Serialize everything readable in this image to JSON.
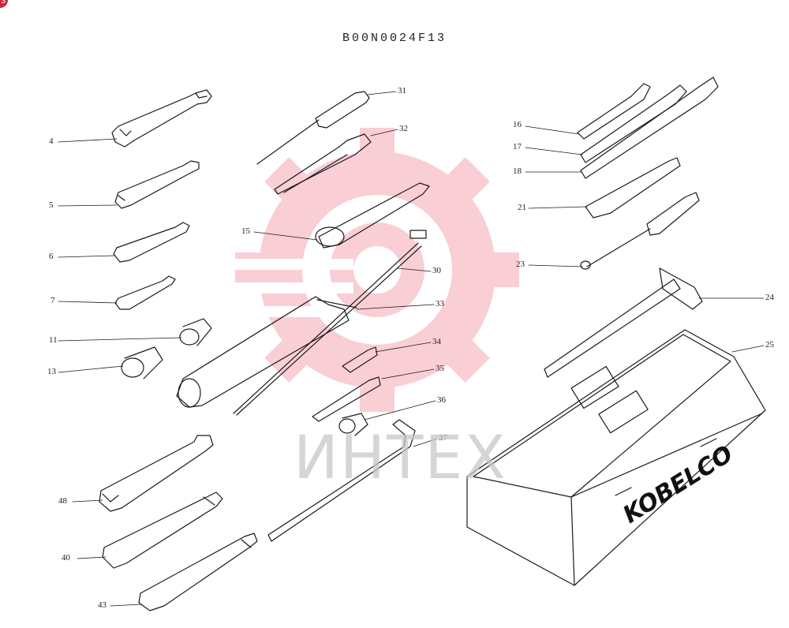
{
  "diagram": {
    "title": "B00N0024F13",
    "brand": "KOBELCO",
    "callouts": [
      {
        "id": "c4",
        "label": "4"
      },
      {
        "id": "c5",
        "label": "5"
      },
      {
        "id": "c6",
        "label": "6"
      },
      {
        "id": "c7",
        "label": "7"
      },
      {
        "id": "c11",
        "label": "11"
      },
      {
        "id": "c13",
        "label": "13"
      },
      {
        "id": "c15",
        "label": "15"
      },
      {
        "id": "c16",
        "label": "16"
      },
      {
        "id": "c17",
        "label": "17"
      },
      {
        "id": "c18",
        "label": "18"
      },
      {
        "id": "c21",
        "label": "21"
      },
      {
        "id": "c23",
        "label": "23"
      },
      {
        "id": "c24",
        "label": "24"
      },
      {
        "id": "c25",
        "label": "25"
      },
      {
        "id": "c30",
        "label": "30"
      },
      {
        "id": "c31",
        "label": "31"
      },
      {
        "id": "c32",
        "label": "32"
      },
      {
        "id": "c33",
        "label": "33"
      },
      {
        "id": "c34",
        "label": "34"
      },
      {
        "id": "c35",
        "label": "35"
      },
      {
        "id": "c36",
        "label": "36"
      },
      {
        "id": "c37",
        "label": "37"
      },
      {
        "id": "c40",
        "label": "40"
      },
      {
        "id": "c43",
        "label": "43"
      },
      {
        "id": "c48",
        "label": "48"
      }
    ]
  },
  "watermark": {
    "text": "ИНТЕХ",
    "color": "#e8263f"
  },
  "corner_badge": {
    "label": "3"
  }
}
